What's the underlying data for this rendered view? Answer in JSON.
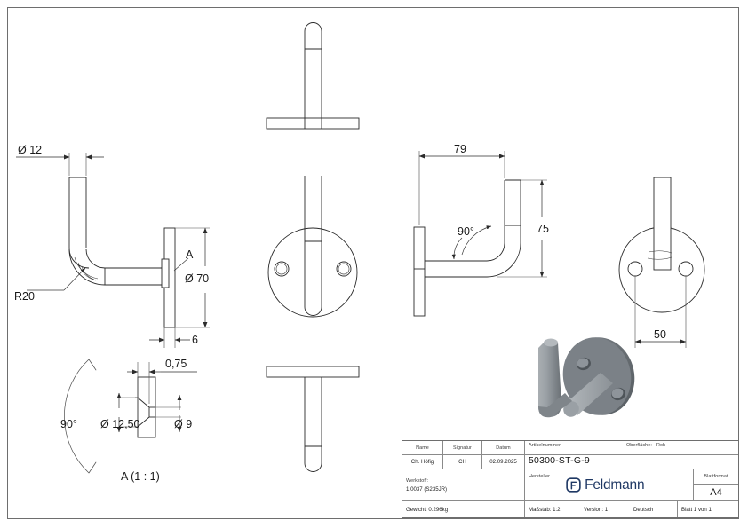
{
  "document": {
    "type": "technical-drawing",
    "sheet_format": "A4",
    "article_number": "50300-ST-G-9"
  },
  "views": {
    "top_view": {
      "name": "top-elevation"
    },
    "front_view": {
      "name": "front-section-view"
    },
    "plate_face_view": {
      "name": "plate-face-view"
    },
    "bottom_view": {
      "name": "bottom-elevation"
    },
    "side_view": {
      "name": "side-profile-view"
    },
    "rear_plate_view": {
      "name": "rear-plate-view"
    },
    "detail_view": {
      "name": "detail-a-view",
      "label": "A (1 : 1)"
    }
  },
  "dimensions": {
    "rod_diameter": "Ø 12",
    "bend_radius": "R20",
    "plate_diameter": "Ø 70",
    "plate_thickness": "6",
    "detail_callout": "A",
    "projection_length": "79",
    "rod_height": "75",
    "bend_angle": "90°",
    "hole_spacing": "50",
    "countersink_angle": "90°",
    "countersink_diameter": "Ø 12,50",
    "hole_diameter": "Ø 9",
    "countersink_depth": "0,75",
    "detail_label": "A (1 : 1)"
  },
  "title_block": {
    "headers": {
      "name": "Name",
      "signature": "Signatur",
      "date": "Datum",
      "article_number": "Artikelnummer",
      "surface": "Oberfläche:",
      "material": "Werkstoff:",
      "manufacturer": "Hersteller",
      "sheet_format": "Blattformat"
    },
    "values": {
      "name": "Ch. Höfig",
      "signature": "CH",
      "date": "02.09.2025",
      "article_number": "50300-ST-G-9",
      "surface": "Roh",
      "material": "1.0037 (S235JR)",
      "sheet_format": "A4",
      "brand": "Feldmann"
    },
    "footer": {
      "weight": "Gewicht: 0.296kg",
      "scale": "Maßstab: 1:2",
      "version": "Version: 1",
      "language": "Deutsch",
      "sheet": "Blatt 1 von 1"
    }
  },
  "colors": {
    "line": "#2b2b2b",
    "frame": "#6e6e6e",
    "brand": "#1f3864",
    "render_body": "#8a8f94",
    "render_dark": "#5a6065",
    "background": "#ffffff"
  }
}
